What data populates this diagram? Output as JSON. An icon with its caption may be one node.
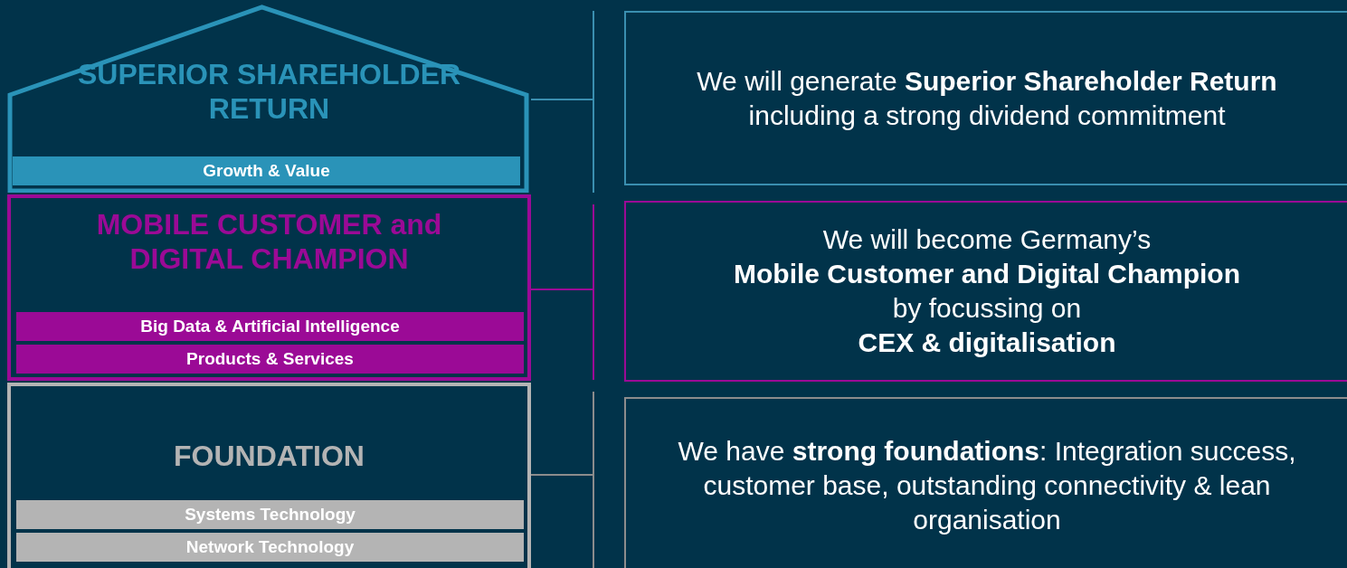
{
  "diagram": {
    "nodes": [
      {
        "text": [
          "SUPERIOR SHAREHOLDER RETURN"
        ]
      },
      {
        "text": [
          "Growth & Value"
        ],
        "in": 0
      },
      {
        "text": [
          "MOBILE CUSTOMER and DIGITAL CHAMPION"
        ]
      },
      {
        "text": [
          "Big Data & Artificial Intelligence"
        ],
        "in": 2
      },
      {
        "text": [
          "Products & Services"
        ],
        "in": 2
      },
      {
        "text": [
          "FOUNDATION"
        ]
      },
      {
        "text": [
          "Systems Technology"
        ],
        "in": 5
      },
      {
        "text": [
          "Network Technology"
        ],
        "in": 5
      },
      {
        "text": [
          "We will generate **Superior Shareholder Return** including a strong dividend commitment"
        ]
      },
      {
        "text": [
          "We will become Germany’s **Mobile Customer and Digital Champion** by focussing on **CEX & digitalisation**"
        ]
      },
      {
        "text": [
          "We have **strong foundations**: Integration success, customer base, outstanding connectivity & lean organisation"
        ]
      }
    ]
  }
}
